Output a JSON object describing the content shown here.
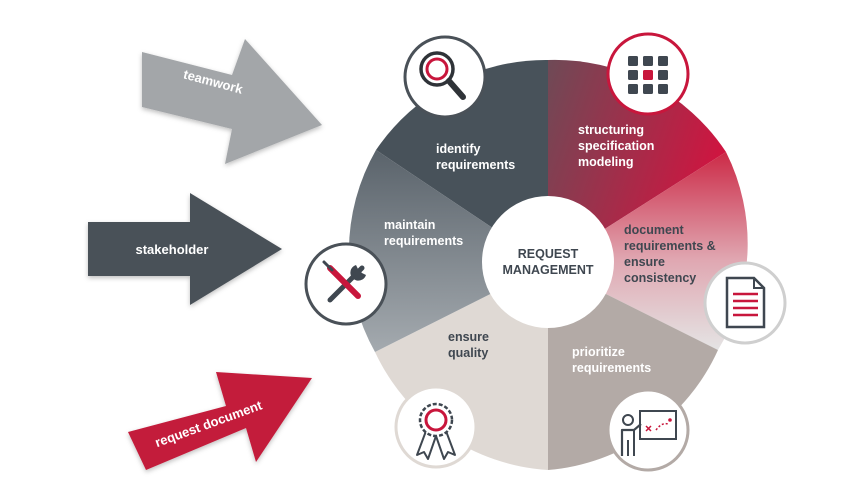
{
  "center": {
    "line1": "REQUEST",
    "line2": "MANAGEMENT"
  },
  "segments": {
    "identify": [
      "identify",
      "requirements"
    ],
    "structuring": [
      "structuring",
      "specification",
      "modeling"
    ],
    "document": [
      "document",
      "requirements &",
      "ensure",
      "consistency"
    ],
    "prioritize": [
      "prioritize",
      "requirements"
    ],
    "quality": [
      "ensure",
      "quality"
    ],
    "maintain": [
      "maintain",
      "requirements"
    ]
  },
  "arrows": {
    "teamwork": "teamwork",
    "stakeholder": "stakeholder",
    "request_document": "request document"
  },
  "colors": {
    "dark_slate": "#48525a",
    "slate_gradient_light": "#9aa1a7",
    "crimson": "#c8163c",
    "light_gray": "#dcdcdc",
    "taupe": "#b3aaa6",
    "beige": "#dfd9d4",
    "arrow_gray": "#a3a6a9",
    "arrow_dark": "#4a5158",
    "arrow_red": "#c31a3a"
  },
  "icons": {
    "identify": "magnifier-icon",
    "structuring": "grid-icon",
    "document": "document-icon",
    "prioritize": "presentation-board-icon",
    "quality": "award-rosette-icon",
    "maintain": "tools-icon"
  }
}
